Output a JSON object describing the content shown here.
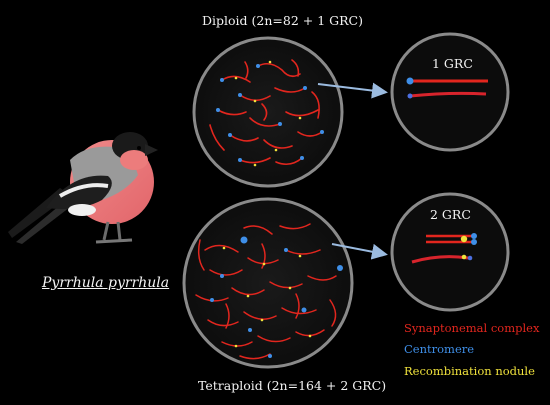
{
  "labels": {
    "diploid": "Diploid (2n=82 + 1 GRC)",
    "tetraploid": "Tetraploid (2n=164 + 2 GRC)",
    "species": "Pyrrhula pyrrhula",
    "grc_one": "1 GRC",
    "grc_two": "2 GRC"
  },
  "legend": {
    "synaptonemal": "Synaptonemal complex",
    "centromere": "Centromere",
    "recombination": "Recombination nodule"
  },
  "colors": {
    "synaptonemal": "#e2261e",
    "centromere": "#3f8fe8",
    "recombination": "#f0e23c",
    "circle_border": "#8a8a8a",
    "arrow": "#9bbbe0"
  },
  "icons": {
    "bird": "bullfinch-illustration"
  }
}
